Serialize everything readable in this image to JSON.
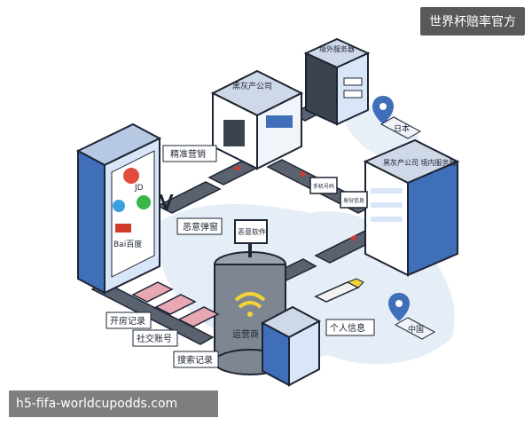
{
  "watermark": "世界杯赔率官方",
  "footer_url": "h5-fifa-worldcupodds.com",
  "server_building_label": "黑灰产公司",
  "server_tower_label": "黑灰产公司\n境内服务器",
  "small_cabinet_label": "境外服务器",
  "gray_tower_label": "运营商",
  "sign_label": "恶意软件",
  "belt_box_1_label": "手机号码",
  "belt_box_2_label": "身份信息",
  "edge_labels": {
    "precision_marketing": "精准营销",
    "malicious_popup": "恶意弹窗",
    "open_house_record": "开房记录",
    "social_account": "社交账号",
    "search_record": "搜索记录",
    "personal_info": "个人信息"
  },
  "location_tags": {
    "japan": "日本",
    "china": "中国"
  },
  "phone_app_labels": {
    "jd": "JD",
    "baidu": "Bai百度"
  },
  "colors": {
    "belt": "#5a6270",
    "belt_rail": "#3b4250",
    "arrow_red": "#d23a2a",
    "tag_fill": "#fff3d6",
    "device_blue": "#3f6fb8",
    "device_light": "#d9e6f7",
    "map_blue": "#dfe8f4",
    "outline": "#1d2433"
  }
}
